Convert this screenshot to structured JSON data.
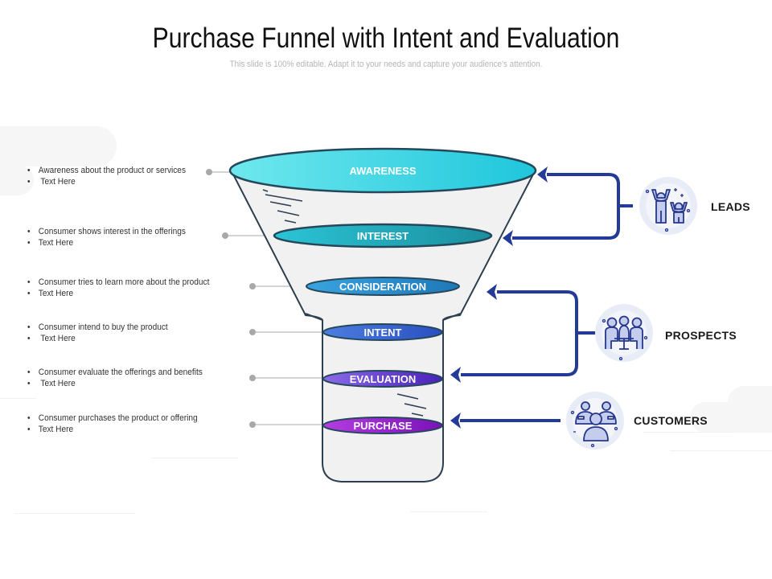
{
  "header": {
    "title": "Purchase Funnel with Intent and Evaluation",
    "subtitle": "This slide is 100% editable. Adapt it to your needs and capture your audience's attention."
  },
  "stages": [
    {
      "label": "AWARENESS",
      "color_start": "#6fe8ee",
      "color_end": "#1fc6dc",
      "description": "Awareness about the product or services",
      "detail": " Text Here"
    },
    {
      "label": "INTEREST",
      "color_start": "#2bc4d6",
      "color_end": "#1a8f9e",
      "description": "Consumer shows interest in the offerings",
      "detail": "Text Here"
    },
    {
      "label": "CONSIDERATION",
      "color_start": "#3aa3e0",
      "color_end": "#1f78b8",
      "description": "Consumer tries to learn more about the product",
      "detail": "Text Here"
    },
    {
      "label": "INTENT",
      "color_start": "#4c7ee0",
      "color_end": "#2a4fc0",
      "description": "Consumer intend to buy the product",
      "detail": " Text Here"
    },
    {
      "label": "EVALUATION",
      "color_start": "#8a6ae8",
      "color_end": "#4a22b8",
      "description": "Consumer evaluate the offerings and benefits",
      "detail": " Text Here"
    },
    {
      "label": "PURCHASE",
      "color_start": "#b43de0",
      "color_end": "#7a12b8",
      "description": "Consumer purchases the product or offering",
      "detail": "Text Here"
    }
  ],
  "segments": [
    {
      "label": "LEADS",
      "icon": "celebrating-people-icon",
      "stages": [
        "AWARENESS",
        "INTEREST"
      ]
    },
    {
      "label": "PROSPECTS",
      "icon": "meeting-people-icon",
      "stages": [
        "CONSIDERATION",
        "EVALUATION"
      ]
    },
    {
      "label": "CUSTOMERS",
      "icon": "customer-group-icon",
      "stages": [
        "PURCHASE"
      ]
    }
  ],
  "colors": {
    "arrow": "#233a96",
    "outline": "#2c3e50",
    "funnel_fill": "#f1f1f2",
    "icon_circle": "#e8ecf7",
    "icon_stroke": "#26378c",
    "icon_fill": "#c5cdee"
  }
}
